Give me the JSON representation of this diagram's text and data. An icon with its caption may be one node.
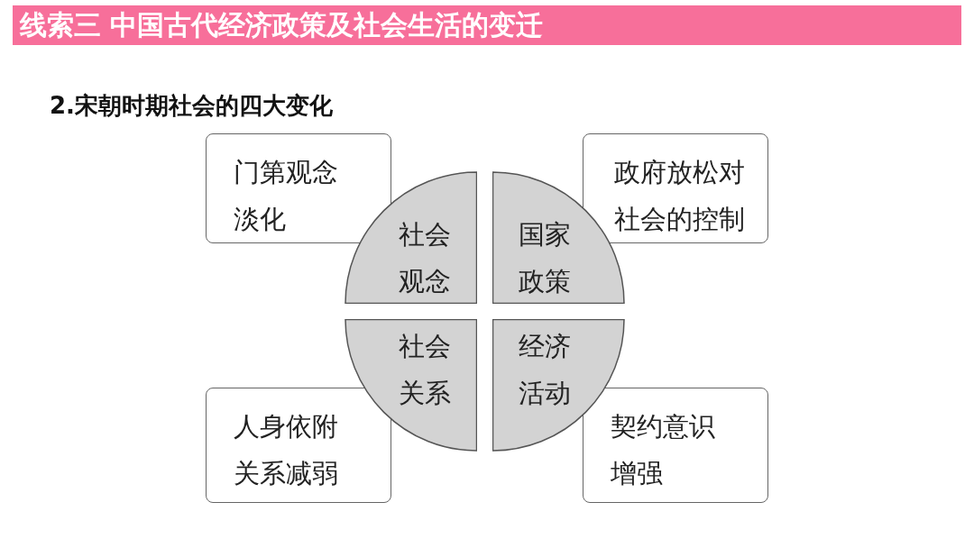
{
  "diagram": {
    "title": "线索三 中国古代经济政策及社会生活的变迁",
    "nodes": [
      {
        "text": [
          "门第观念淡化"
        ]
      },
      {
        "text": [
          "政府放松对社会的控制"
        ]
      },
      {
        "text": [
          "社会观念"
        ]
      },
      {
        "text": [
          "国家政策"
        ]
      },
      {
        "text": [
          "社会关系"
        ]
      },
      {
        "text": [
          "经济活动"
        ]
      },
      {
        "text": [
          "人身依附关系减弱"
        ]
      },
      {
        "text": [
          "契约意识增强"
        ]
      }
    ],
    "labels": [
      "2.宋朝时期社会的四大变化"
    ]
  }
}
